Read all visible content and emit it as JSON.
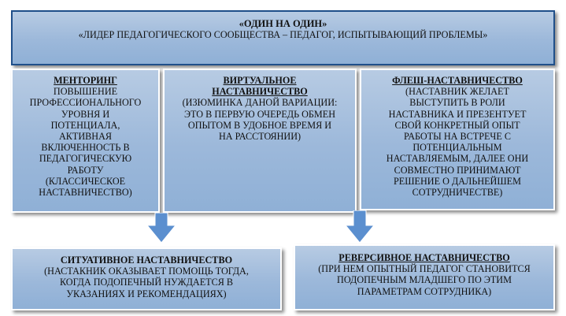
{
  "top": {
    "title": "«ОДИН НА ОДИН»",
    "body": "«ЛИДЕР ПЕДАГОГИЧЕСКОГО СООБЩЕСТВА – ПЕДАГОГ, ИСПЫТЫВАЮЩИЙ ПРОБЛЕМЫ»"
  },
  "mentoring": {
    "title": "МЕНТОРИНГ",
    "body": "ПОВЫШЕНИЕ\nПРОФЕССИОНАЛЬНОГО\nУРОВНЯ И\nПОТЕНЦИАЛА,\nАКТИВНАЯ\nВКЛЮЧЕННОСТЬ В\nПЕДАГОГИЧЕСКУЮ\nРАБОТУ\n(КЛАССИЧЕСКОЕ\nНАСТАВНИЧЕСТВО)"
  },
  "virtual": {
    "title": "ВИРТУАЛЬНОЕ\nНАСТАВНИЧЕСТВО",
    "body": "(ИЗЮМИНКА ДАНОЙ ВАРИАЦИИ:\nЭТО В ПЕРВУЮ ОЧЕРЕДЬ ОБМЕН\nОПЫТОМ В УДОБНОЕ ВРЕМЯ И\nНА РАССТОЯНИИ)"
  },
  "flash": {
    "title": "ФЛЕШ-НАСТАВНИЧЕСТВО",
    "body": "(НАСТАВНИК ЖЕЛАЕТ\nВЫСТУПИТЬ В РОЛИ\nНАСТАВНИКА И ПРЕЗЕНТУЕТ\nСВОЙ КОНКРЕТНЫЙ ОПЫТ\nРАБОТЫ НА ВСТРЕЧЕ С\nПОТЕНЦИАЛЬНЫМ\nНАСТАВЛЯЕМЫМ, ДАЛЕЕ ОНИ\nСОВМЕСТНО ПРИНИМАЮТ\nРЕШЕНИЕ О ДАЛЬНЕЙШЕМ\nСОТРУДНИЧЕСТВЕ)"
  },
  "situational": {
    "title": "СИТУАТИВНОЕ НАСТАВНИЧЕСТВО",
    "body": "(НАСТАКНИК ОКАЗЫВАЕТ ПОМОЩЬ ТОГДА,\nКОГДА ПОДОПЕЧНЫЙ НУЖДАЕТСЯ В\nУКАЗАНИЯХ И РЕКОМЕНДАЦИЯХ)"
  },
  "reverse": {
    "title": "РЕВЕРСИВНОЕ НАСТАВНИЧЕСТВО",
    "body": "(ПРИ НЕМ ОПЫТНЫЙ ПЕДАГОГ СТАНОВИТСЯ\nПОДОПЕЧНЫМ МЛАДШЕГО ПО ЭТИМ\nПАРАМЕТРАМ СОТРУДНИКА)"
  },
  "colors": {
    "box_fill": "#9cb8da",
    "top_border": "#1f4f8a",
    "arrow": "#5b8fcf"
  }
}
